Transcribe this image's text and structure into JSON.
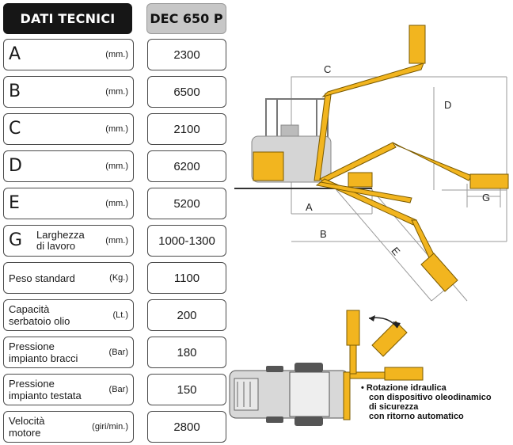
{
  "header": {
    "title": "DATI TECNICI",
    "model": "DEC 650 P"
  },
  "rows": [
    {
      "label": "A",
      "unit": "(mm.)",
      "value": "2300"
    },
    {
      "label": "B",
      "unit": "(mm.)",
      "value": "6500"
    },
    {
      "label": "C",
      "unit": "(mm.)",
      "value": "2100"
    },
    {
      "label": "D",
      "unit": "(mm.)",
      "value": "6200"
    },
    {
      "label": "E",
      "unit": "(mm.)",
      "value": "5200"
    },
    {
      "label": "G",
      "sublabel_1": "Larghezza",
      "sublabel_2": "di lavoro",
      "unit": "(mm.)",
      "value": "1000-1300"
    },
    {
      "label": "Peso standard",
      "unit": "(Kg.)",
      "value": "1100"
    },
    {
      "label_1": "Capacità",
      "label_2": "serbatoio olio",
      "unit": "(Lt.)",
      "value": "200"
    },
    {
      "label_1": "Pressione",
      "label_2": "impianto bracci",
      "unit": "(Bar)",
      "value": "180"
    },
    {
      "label_1": "Pressione",
      "label_2": "impianto testata",
      "unit": "(Bar)",
      "value": "150"
    },
    {
      "label_1": "Velocità",
      "label_2": "motore",
      "unit": "(giri/min.)",
      "value": "2800"
    }
  ],
  "diagram": {
    "dim_a": "A",
    "dim_b": "B",
    "dim_c": "C",
    "dim_d": "D",
    "dim_e": "E",
    "dim_g": "G",
    "note_1": "• Rotazione idraulica",
    "note_2": "con dispositivo oleodinamico",
    "note_3": "di sicurezza",
    "note_4": "con ritorno automatico",
    "colors": {
      "arm": "#f2b51f",
      "arm_outline": "#7a5a00",
      "tractor": "#c9c9c9",
      "line": "#444444"
    }
  }
}
